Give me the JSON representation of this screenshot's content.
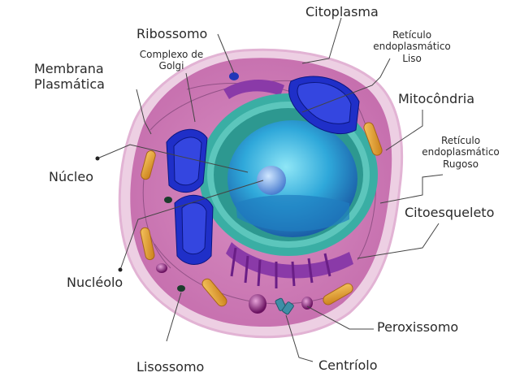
{
  "labels": {
    "citoplasma": "Citoplasma",
    "ribossomo": "Ribossomo",
    "reticulo_liso": [
      "Retículo",
      "endoplasmático",
      "Liso"
    ],
    "complexo_golgi": [
      "Complexo de",
      "Golgi"
    ],
    "membrana": [
      "Membrana",
      "Plasmática"
    ],
    "mitocondria": "Mitocôndria",
    "reticulo_rugoso": [
      "Retículo",
      "endoplasmático",
      "Rugoso"
    ],
    "nucleo": "Núcleo",
    "citoesqueleto": "Citoesqueleto",
    "nucleolo": "Nucléolo",
    "peroxissomo": "Peroxissomo",
    "centriolo": "Centríolo",
    "lisossomo": "Lisossomo"
  },
  "colors": {
    "cytoplasm": "#cf7fb8",
    "membrane": "#e8c6de",
    "nucleus": "#3bb8e0",
    "nuclear_envelope": "#3aaea4",
    "golgi": "#1f2fc8",
    "mitochondria": "#e6a530",
    "rough_er": "#7a2c96",
    "peroxisome": "#8a1e7a",
    "centriole": "#3f8ea6",
    "leader_line": "#444444"
  }
}
